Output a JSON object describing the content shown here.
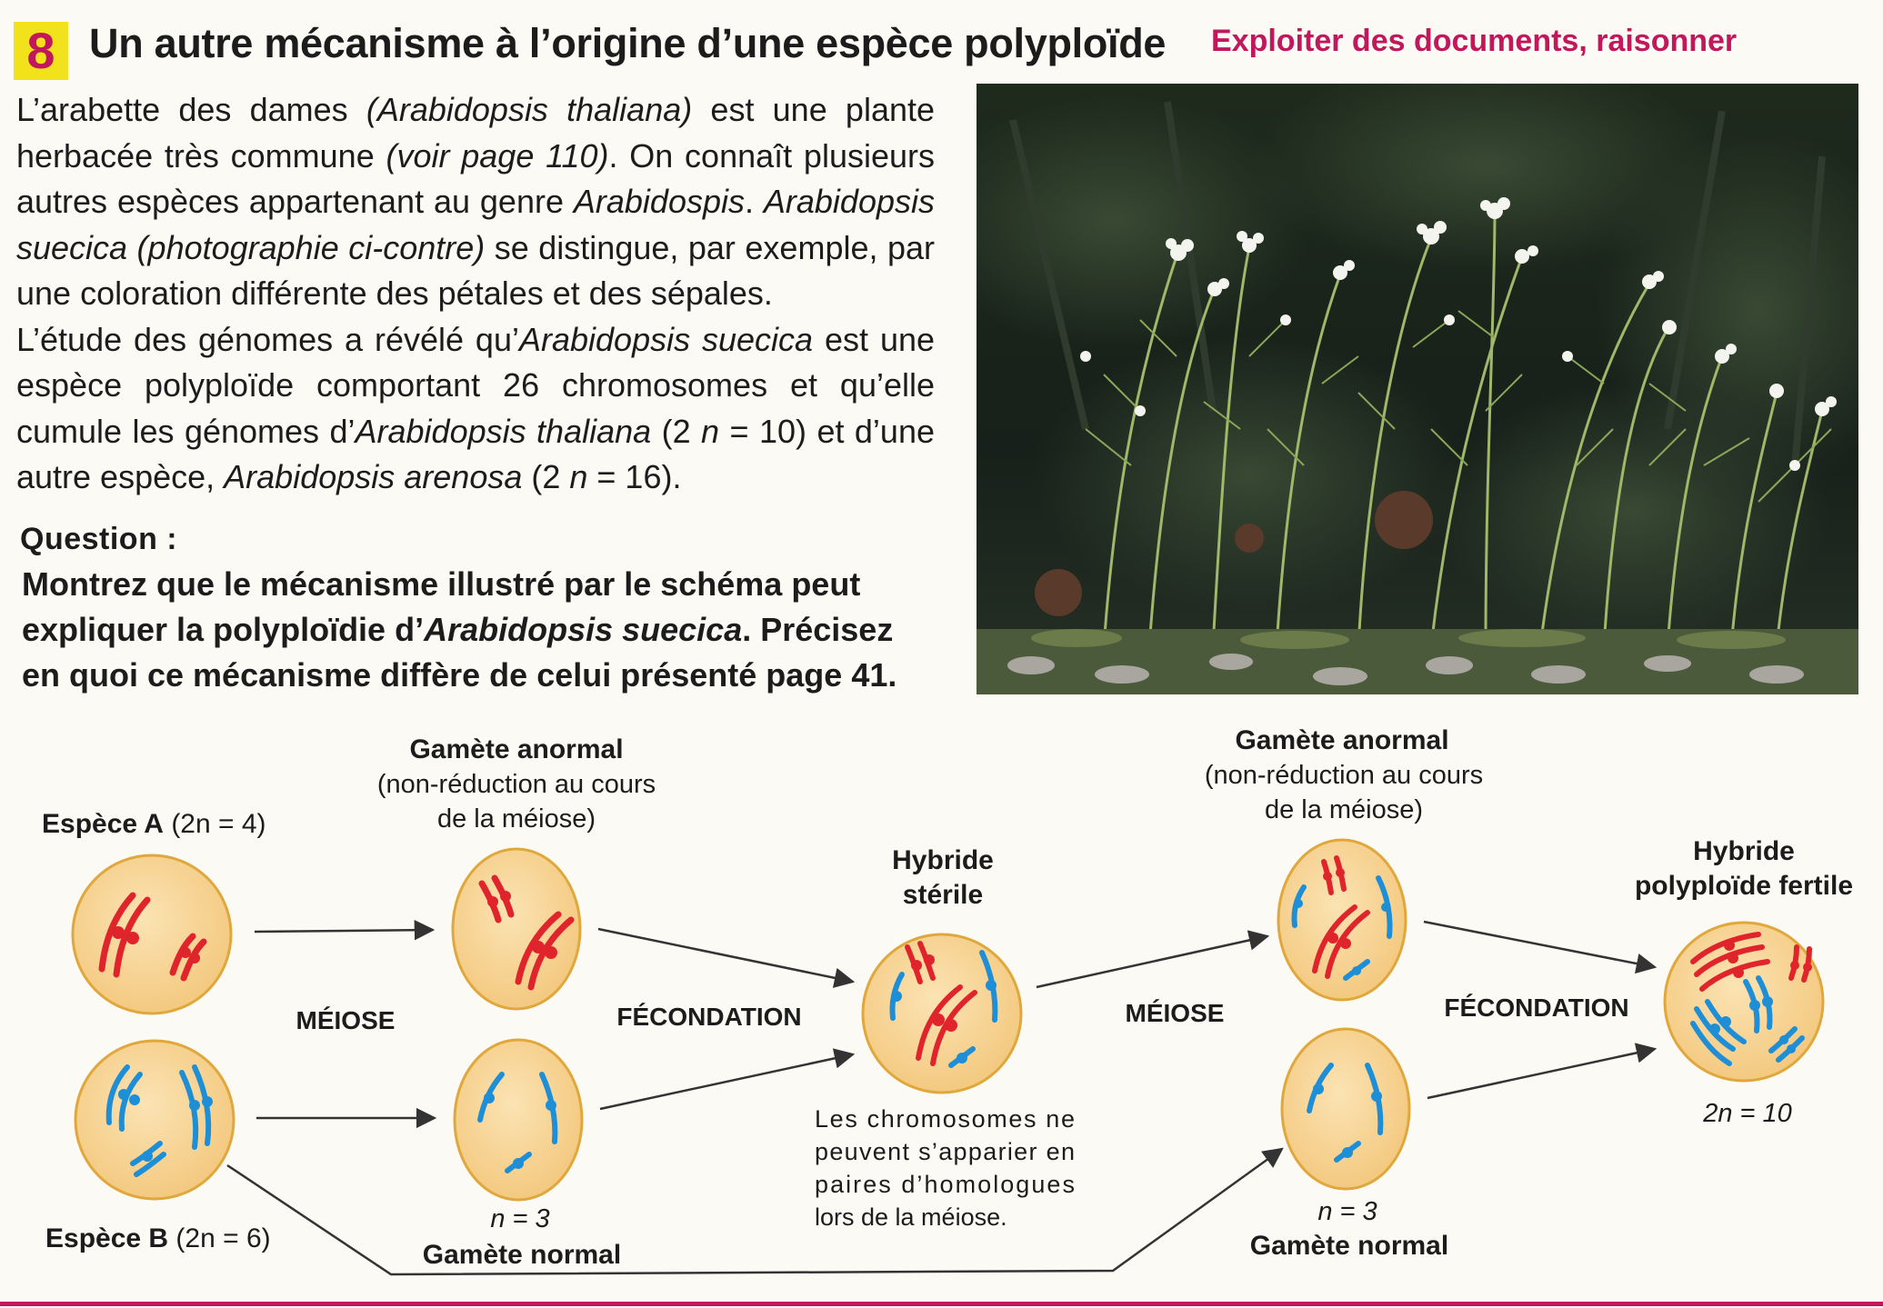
{
  "header": {
    "number": "8",
    "title": "Un autre mécanisme à l’origine d’une espèce polyploïde",
    "tag": "Exploiter des documents, raisonner"
  },
  "intro": {
    "p1": [
      "L’arabette des dames ",
      "(Arabidopsis thaliana)",
      " est une plante herbacée très commune ",
      "(voir page 110)",
      ". On connaît plusieurs autres espèces appartenant au genre ",
      "Arabidospis",
      ". ",
      "Arabidopsis suecica (photographie ci-contre)",
      " se distingue, par exemple, par une coloration différente des pétales et des sépales."
    ],
    "p2": [
      "L’étude des génomes a révélé qu’",
      "Arabidopsis suecica",
      " est une espèce polyploïde comportant 26 chromosomes et qu’elle cumule les génomes d’",
      "Arabidopsis thaliana",
      " (2 ",
      "n",
      " = 10) et d’une autre espèce, ",
      "Arabidopsis arenosa",
      " (2 ",
      "n",
      " = 16)."
    ]
  },
  "question": {
    "label": "Question :",
    "text_a": "Montrez que le mécanisme illustré par le schéma peut expliquer la polyploïdie d’",
    "text_species": "Arabidopsis suecica",
    "text_b": ". Précisez en quoi ce mécanisme diffère de celui présenté page 41."
  },
  "diagram": {
    "species_a": {
      "name": "Espèce A",
      "formula": "(2n = 4)"
    },
    "species_b": {
      "name": "Espèce B",
      "formula": "(2n = 6)"
    },
    "meiose_1": "MÉIOSE",
    "fecondation_1": "FÉCONDATION",
    "meiose_2": "MÉIOSE",
    "fecondation_2": "FÉCONDATION",
    "abnormal_gamete_1": {
      "title": "Gamète anormal",
      "line1": "(non-réduction au cours",
      "line2": "de la méiose)"
    },
    "normal_gamete_1": {
      "n": "n = 3",
      "title": "Gamète normal"
    },
    "sterile_hybrid": {
      "line1": "Hybride",
      "line2": "stérile"
    },
    "sterile_note": [
      "Les chromosomes ne",
      "peuvent s’apparier en",
      "paires d’homologues",
      "lors de la méiose."
    ],
    "abnormal_gamete_2": {
      "title": "Gamète anormal",
      "line1": "(non-réduction au cours",
      "line2": "de la méiose)"
    },
    "normal_gamete_2": {
      "n": "n = 3",
      "title": "Gamète normal"
    },
    "fertile_hybrid": {
      "line1": "Hybride",
      "line2": "polyploïde fertile",
      "formula": "2n = 10"
    }
  },
  "colors": {
    "accent": "#c2185b",
    "badge": "#f2e21c",
    "cell_fill": "#f7d79a",
    "cell_border": "#e0a83c",
    "chromosome_red": "#e0242c",
    "chromosome_blue": "#1e8fd6"
  }
}
